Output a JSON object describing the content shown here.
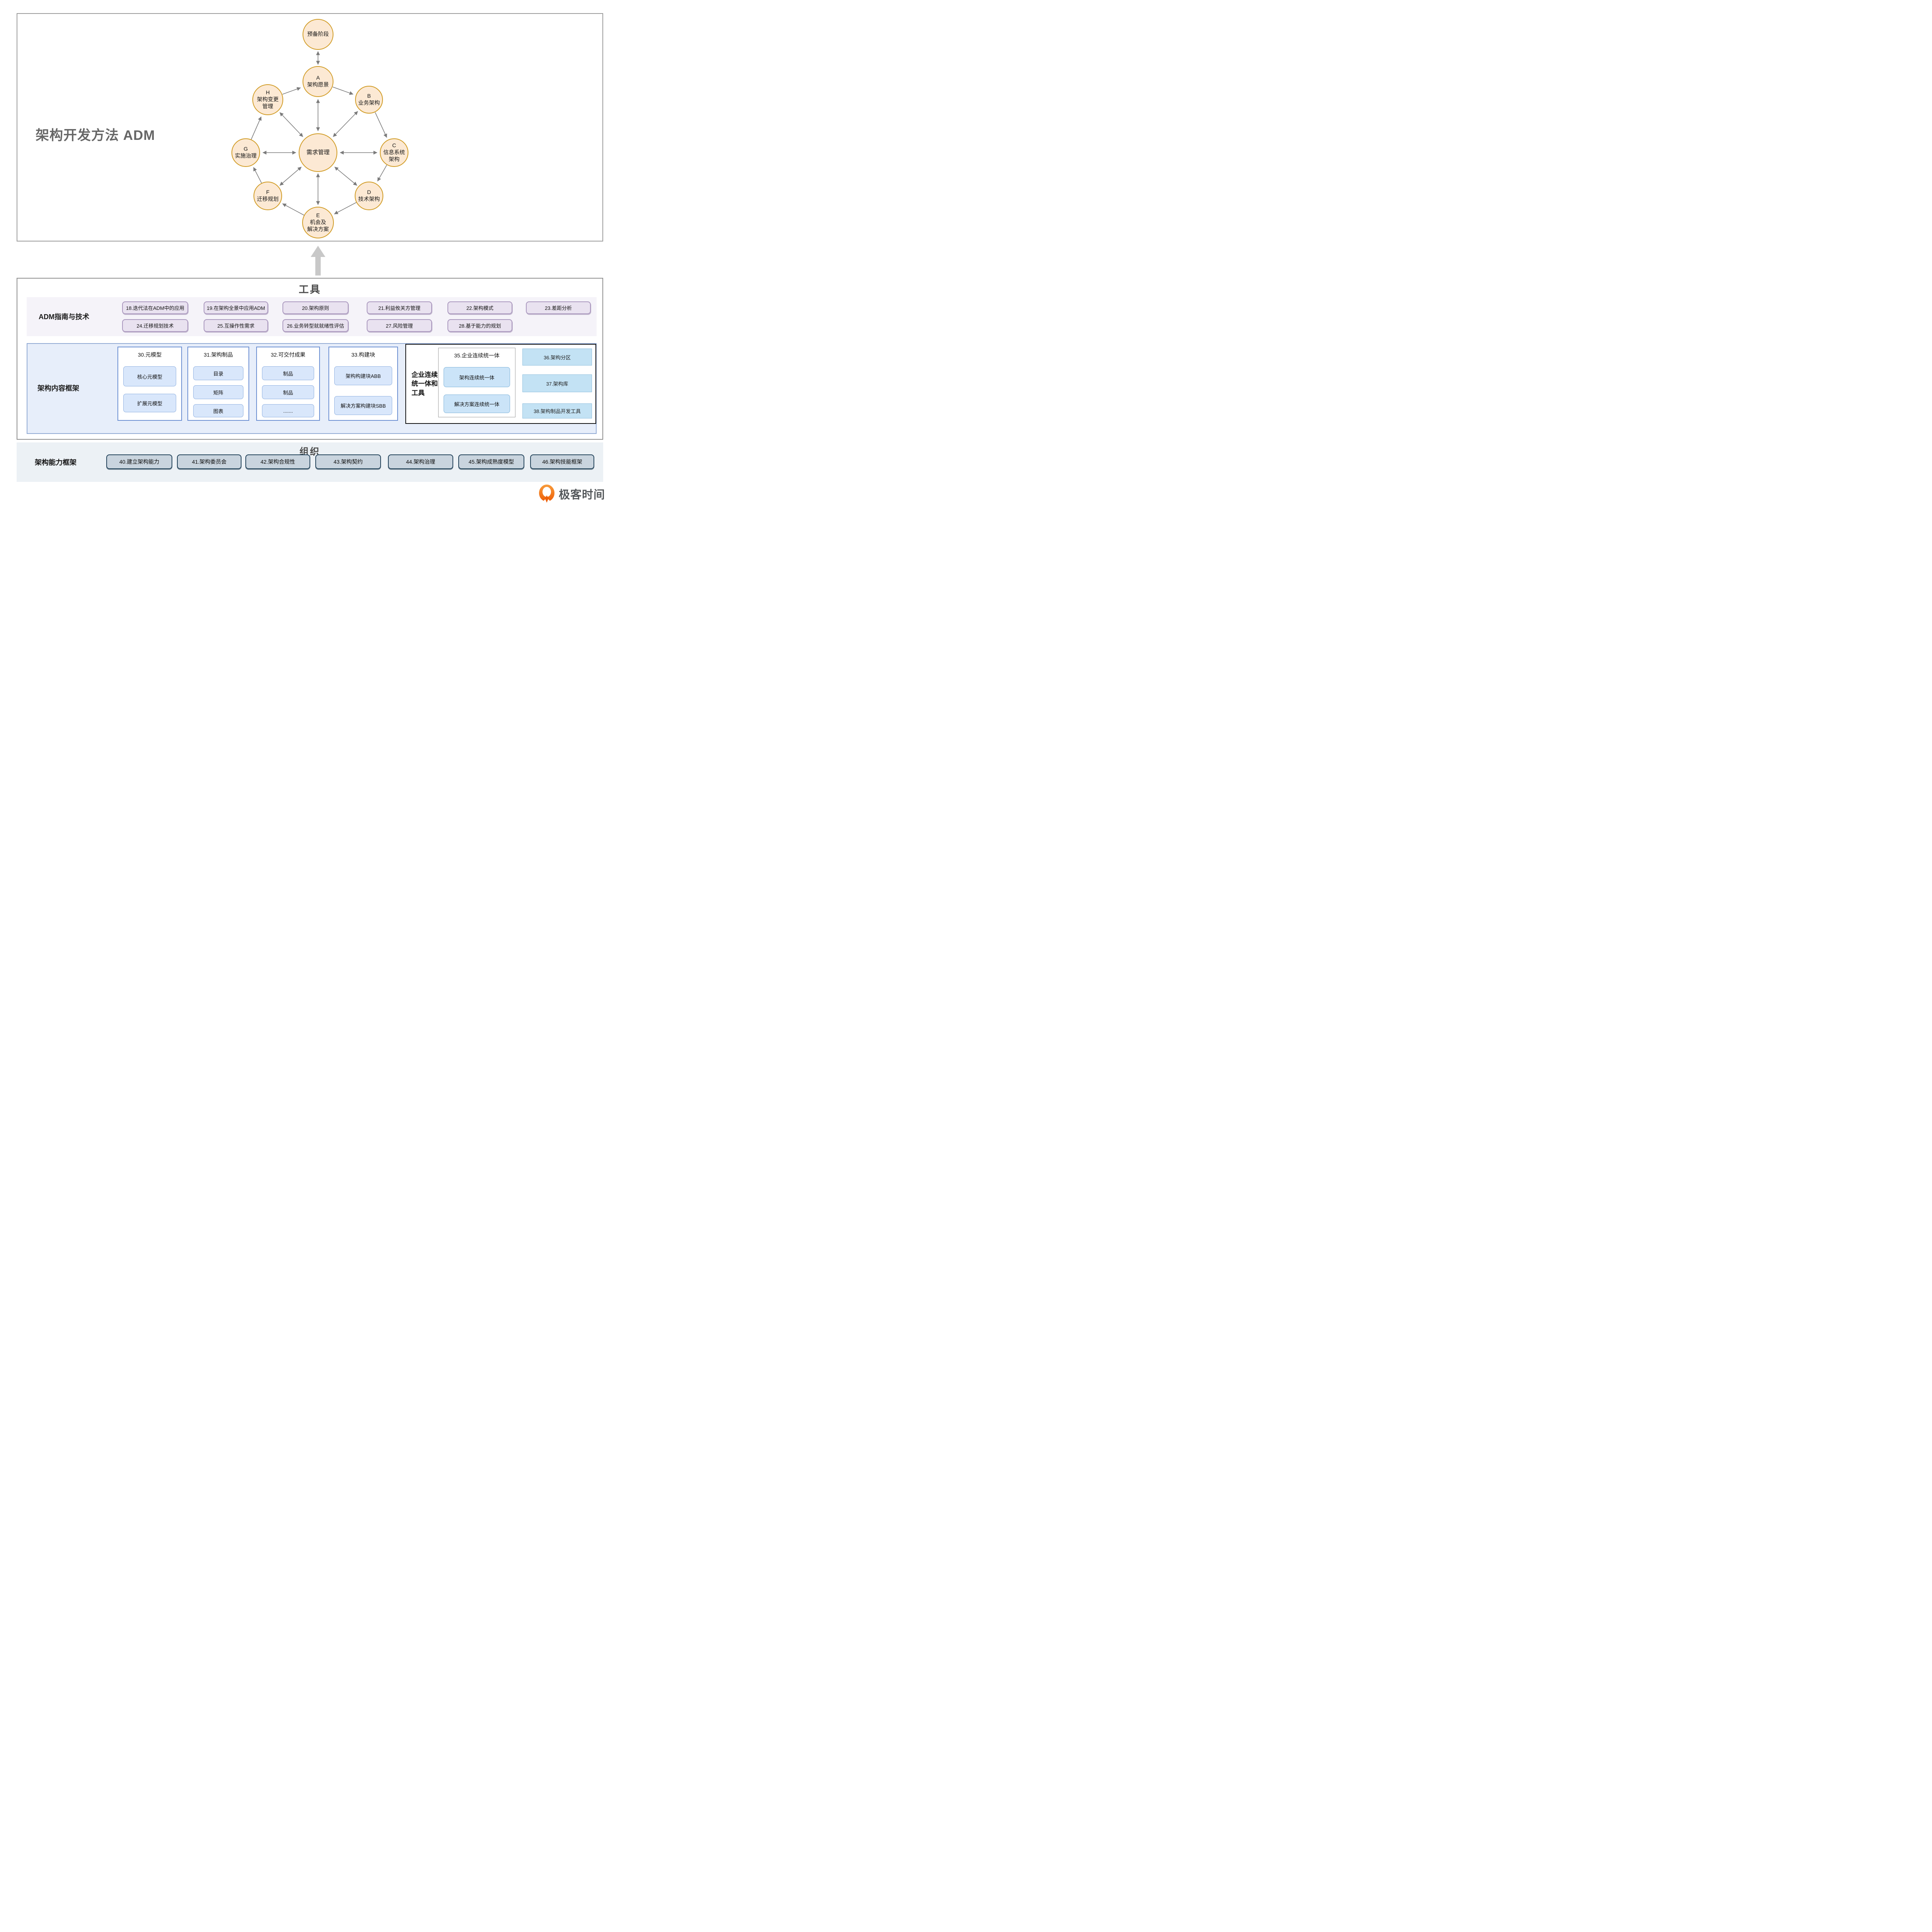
{
  "adm": {
    "title": "架构开发方法 ADM",
    "nodes": [
      {
        "id": "preliminary",
        "label": "预备阶段"
      },
      {
        "id": "a",
        "label": "A\n架构愿景"
      },
      {
        "id": "h",
        "label": "H\n架构变更\n管理"
      },
      {
        "id": "b",
        "label": "B\n业务架构"
      },
      {
        "id": "g",
        "label": "G\n实施治理"
      },
      {
        "id": "requirements",
        "label": "需求管理"
      },
      {
        "id": "c",
        "label": "C\n信息系统\n架构"
      },
      {
        "id": "f",
        "label": "F\n迁移规划"
      },
      {
        "id": "d",
        "label": "D\n技术架构"
      },
      {
        "id": "e",
        "label": "E\n机会及\n解决方案"
      }
    ]
  },
  "tools": {
    "header": "工具",
    "guidelines": {
      "label": "ADM指南与技术",
      "row1": [
        "18.迭代法在ADM中的应用",
        "19.在架构全景中应用ADM",
        "20.架构原则",
        "21.利益攸关方管理",
        "22.架构模式",
        "23.差距分析"
      ],
      "row2": [
        "24.迁移规划技术",
        "25.互操作性需求",
        "26.业务转型就就绪性评估",
        "27.风险管理",
        "28.基于能力的规划"
      ]
    },
    "content_framework": {
      "label": "架构内容框架",
      "groups": [
        {
          "title": "30.元模型",
          "items": [
            "核心元模型",
            "扩展元模型"
          ]
        },
        {
          "title": "31.架构制品",
          "items": [
            "目录",
            "矩阵",
            "图表"
          ]
        },
        {
          "title": "32.可交付成果",
          "items": [
            "制品",
            "制品",
            "......."
          ]
        },
        {
          "title": "33.构建块",
          "items": [
            "架构构建块ABB",
            "解决方案构建块SBB"
          ]
        }
      ],
      "continuum": {
        "label": "企业连续\n统一体和\n工具",
        "box_title": "35.企业连续统一体",
        "box_items": [
          "架构连续统一体",
          "解决方案连续统一体"
        ],
        "side_items": [
          "36.架构分区",
          "37.架构库",
          "38.架构制品开发工具"
        ]
      }
    }
  },
  "organization": {
    "header": "组织",
    "label": "架构能力框架",
    "items": [
      "40.建立架构能力",
      "41.架构委员会",
      "42.架构合规性",
      "43.架构契约",
      "44.架构治理",
      "45.架构成熟度模型",
      "46.架构技能框架"
    ]
  },
  "logo": {
    "text": "极客时间"
  },
  "colors": {
    "phase_circle_fill": "#FCE9D4",
    "phase_circle_border": "#D19C26",
    "guideline_box_fill": "#E9E2F0",
    "guideline_box_border": "#AB99BF",
    "content_section_fill": "#E7EEFA",
    "content_section_border": "#93ABD5",
    "content_item_fill": "#D9E7FB",
    "continuum_side_fill": "#C3E2F4",
    "org_box_fill": "#C9D4DE",
    "org_box_border": "#25455C",
    "arrow_gray": "#7a7a7a",
    "logo_orange": "#EE5F07"
  }
}
